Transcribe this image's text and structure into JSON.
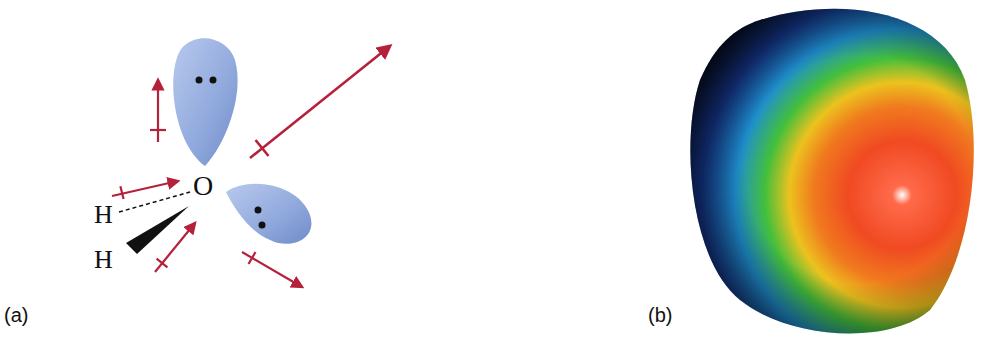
{
  "diagram": {
    "labels": [
      "O",
      "H",
      "H",
      "(a)",
      "(b)"
    ]
  }
}
